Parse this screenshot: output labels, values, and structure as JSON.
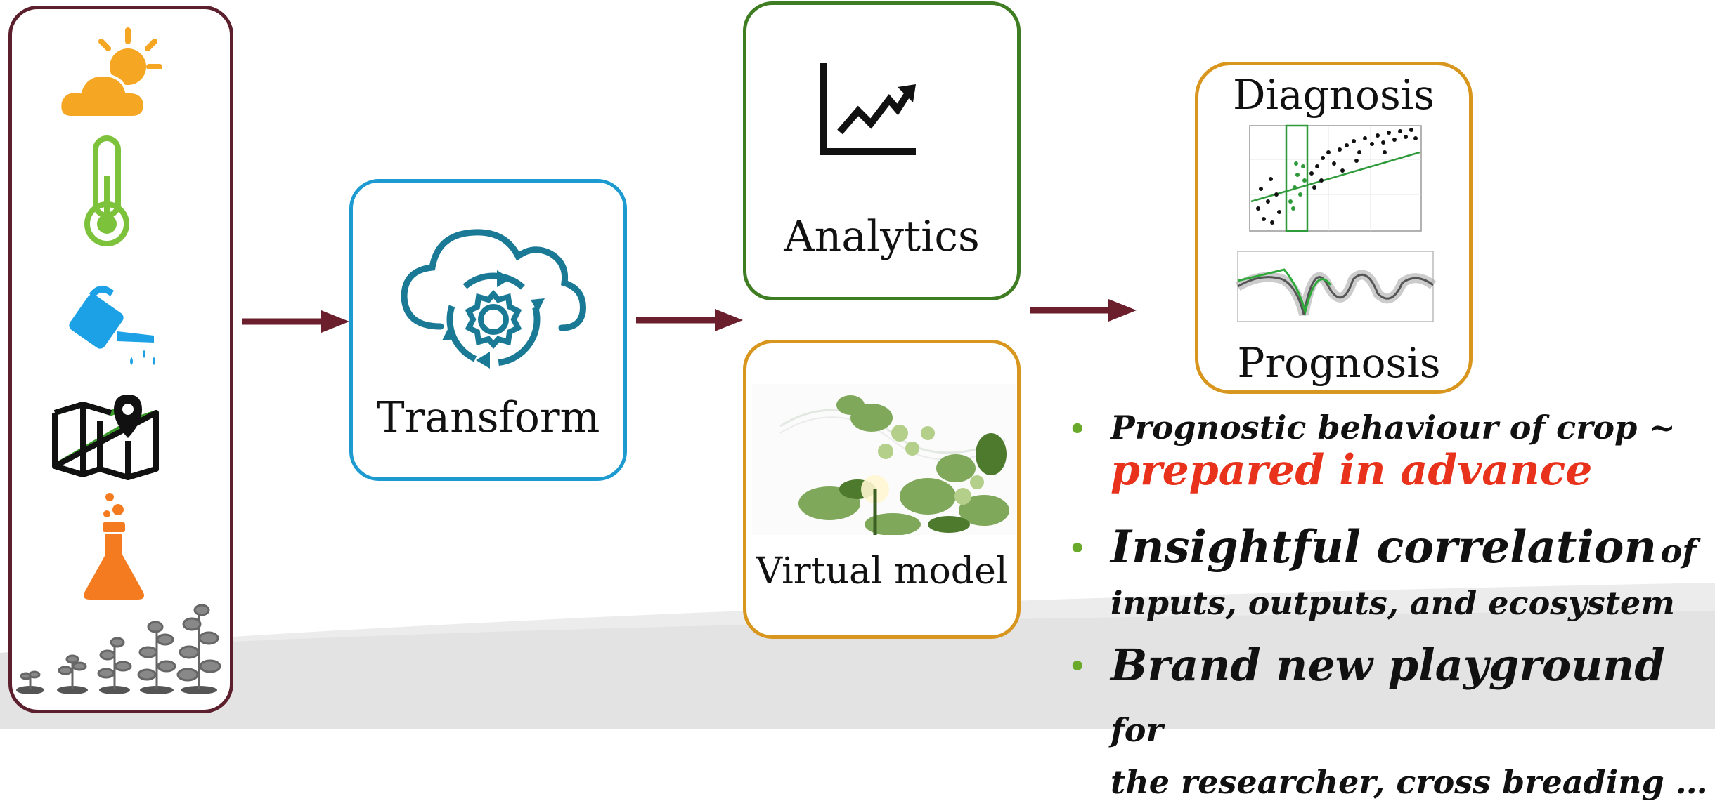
{
  "boxes": {
    "transform_label": "Transform",
    "analytics_label": "Analytics",
    "virtual_label": "Virtual model",
    "diagnosis_label": "Diagnosis",
    "prognosis_label": "Prognosis"
  },
  "bullets": [
    {
      "lead": "Prognostic behaviour of crop ~",
      "emphasis": "prepared in advance"
    },
    {
      "lead": "Insightful correlation",
      "rest_inline": "of",
      "rest": "inputs, outputs, and ecosystem"
    },
    {
      "lead": "Brand new playground",
      "rest_inline": "for",
      "rest": "the researcher, cross breading …"
    }
  ],
  "icons": [
    "sun-cloud-icon",
    "thermometer-icon",
    "watering-can-icon",
    "map-pin-icon",
    "flask-icon",
    "plant-growth-icon",
    "cloud-gear-icon",
    "line-chart-icon"
  ],
  "colors": {
    "arrow": "#6b1f2c",
    "inputs_border": "#5c1f2e",
    "transform_border": "#1d9bd1",
    "analytics_border": "#3f7d22",
    "virtual_border": "#d9961e",
    "emphasis_red": "#e8321b",
    "bullet_green": "#6aaa2a"
  }
}
